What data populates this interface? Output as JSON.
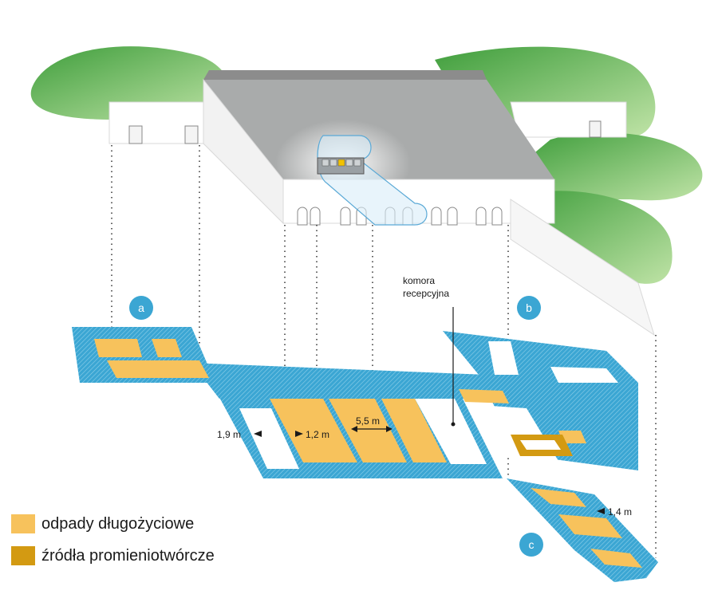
{
  "labels": {
    "reception": [
      "komora",
      "recepcyjna"
    ],
    "badges": {
      "a": "a",
      "b": "b",
      "c": "c"
    },
    "dimensions": {
      "d19": "1,9 m",
      "d12": "1,2 m",
      "d55": "5,5 m",
      "d14": "1,4 m"
    }
  },
  "legend": [
    {
      "label": "odpady długożyciowe",
      "color": "#f7c25c"
    },
    {
      "label": "źródła promieniotwórcze",
      "color": "#d39a12"
    }
  ],
  "colors": {
    "corridor": "#3ba6d3",
    "long_lived_waste": "#f7c25c",
    "radioactive_sources": "#d39a12",
    "badge": "#3ba6d3",
    "vegetation": "#4caf50"
  }
}
